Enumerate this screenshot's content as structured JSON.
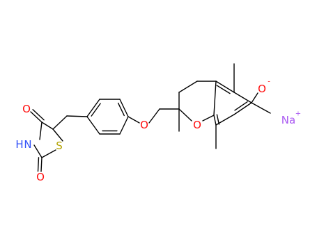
{
  "colors": {
    "bond": "#000000",
    "oxygen": "#ff0d0d",
    "nitrogen": "#3050f8",
    "sulfur": "#b2a200",
    "sodium": "#ab5cf2",
    "hydrogen": "#3050f8"
  },
  "labels": {
    "o_carbonyl_top": "O",
    "n_imide": "N",
    "h_imide": "H",
    "s_ring": "S",
    "o_carbonyl_bottom": "O",
    "o_ether": "O",
    "o_chroman": "O",
    "o_phenoxide": "O",
    "o_phenoxide_charge": "-",
    "na_counterion": "Na",
    "na_charge": "+"
  }
}
